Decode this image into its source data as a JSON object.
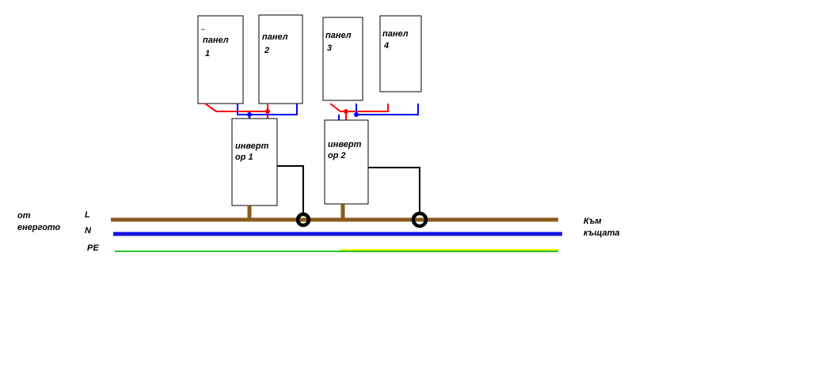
{
  "diagram": {
    "panels": [
      {
        "note": "..",
        "name": "панел",
        "number": "1"
      },
      {
        "name": "панел",
        "number": "2"
      },
      {
        "name": "панел",
        "number": "3"
      },
      {
        "name": "панел",
        "number": "4"
      }
    ],
    "inverters": [
      {
        "line1": "инверт",
        "line2": "ор 1"
      },
      {
        "line1": "инверт",
        "line2": "ор 2"
      }
    ],
    "bus": {
      "source_label_line1": "от",
      "source_label_line2": "енергото",
      "destination_label_line1": "Към",
      "destination_label_line2": "къщата",
      "lines": [
        {
          "label": "L",
          "color": "#8c5a1e"
        },
        {
          "label": "N",
          "color": "#1414e6"
        },
        {
          "label": "PE",
          "color": "#21c421",
          "stripe": "#ffff00"
        }
      ]
    },
    "colors": {
      "wire_positive": "#ff0000",
      "wire_negative": "#0000ff",
      "ac_wire": "#000000",
      "ct_ring": "#000000"
    }
  }
}
